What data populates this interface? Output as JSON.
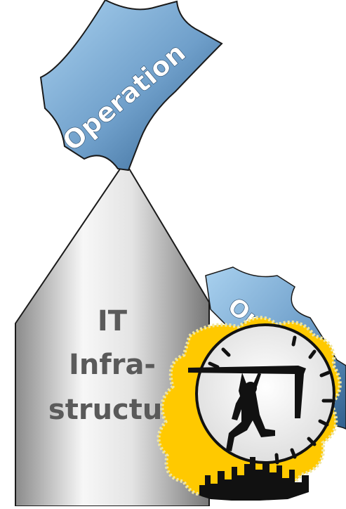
{
  "shapes": {
    "top_puzzle": {
      "label": "Operation"
    },
    "small_puzzle": {
      "label": "Ope"
    },
    "pillar": {
      "line1": "IT",
      "line2": "Infra-",
      "line3": "structur"
    }
  },
  "clipart": {
    "description": ""
  },
  "colors": {
    "puzzle_light": "#a9d1ef",
    "puzzle_dark": "#2f5f8d",
    "pillar_light": "#f4f4f4",
    "pillar_dark": "#7a7a7a",
    "pillar_text": "#5a5a5a",
    "clip_yellow": "#ffc900",
    "footer_text": "#7b1c2f"
  },
  "footer": {
    "partial_text": ""
  }
}
